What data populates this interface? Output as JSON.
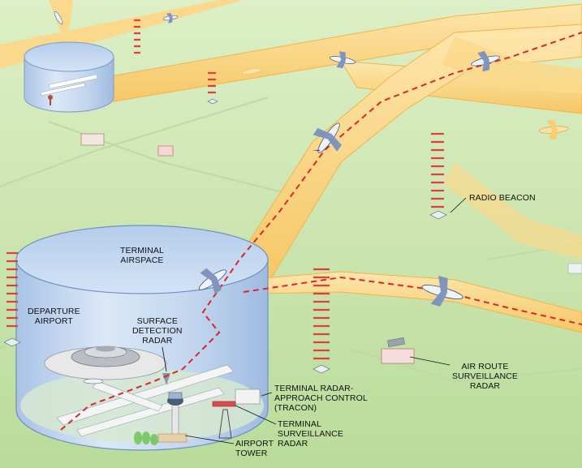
{
  "labels": {
    "terminal_airspace": [
      "TERMINAL",
      "AIRSPACE"
    ],
    "departure_airport": [
      "DEPARTURE",
      "AIRPORT"
    ],
    "surface_detection_radar": [
      "SURFACE",
      "DETECTION",
      "RADAR"
    ],
    "radio_beacon": [
      "RADIO BEACON"
    ],
    "air_route_surveillance_radar": [
      "AIR ROUTE",
      "SURVEILLANCE",
      "RADAR"
    ],
    "tracon": [
      "TERMINAL RADAR-",
      "APPROACH CONTROL",
      "(TRACON)"
    ],
    "terminal_surveillance_radar": [
      "TERMINAL",
      "SURVEILLANCE",
      "RADAR"
    ],
    "airport_tower": [
      "AIRPORT",
      "TOWER"
    ]
  },
  "colors": {
    "ground": "#cfe6b4",
    "airway": "#fbd98c",
    "airway_edge": "#f2b24a",
    "terminal_airspace": "#c7daf2",
    "flight_path": "#d8262b",
    "radar_signal": "#e0403c"
  }
}
